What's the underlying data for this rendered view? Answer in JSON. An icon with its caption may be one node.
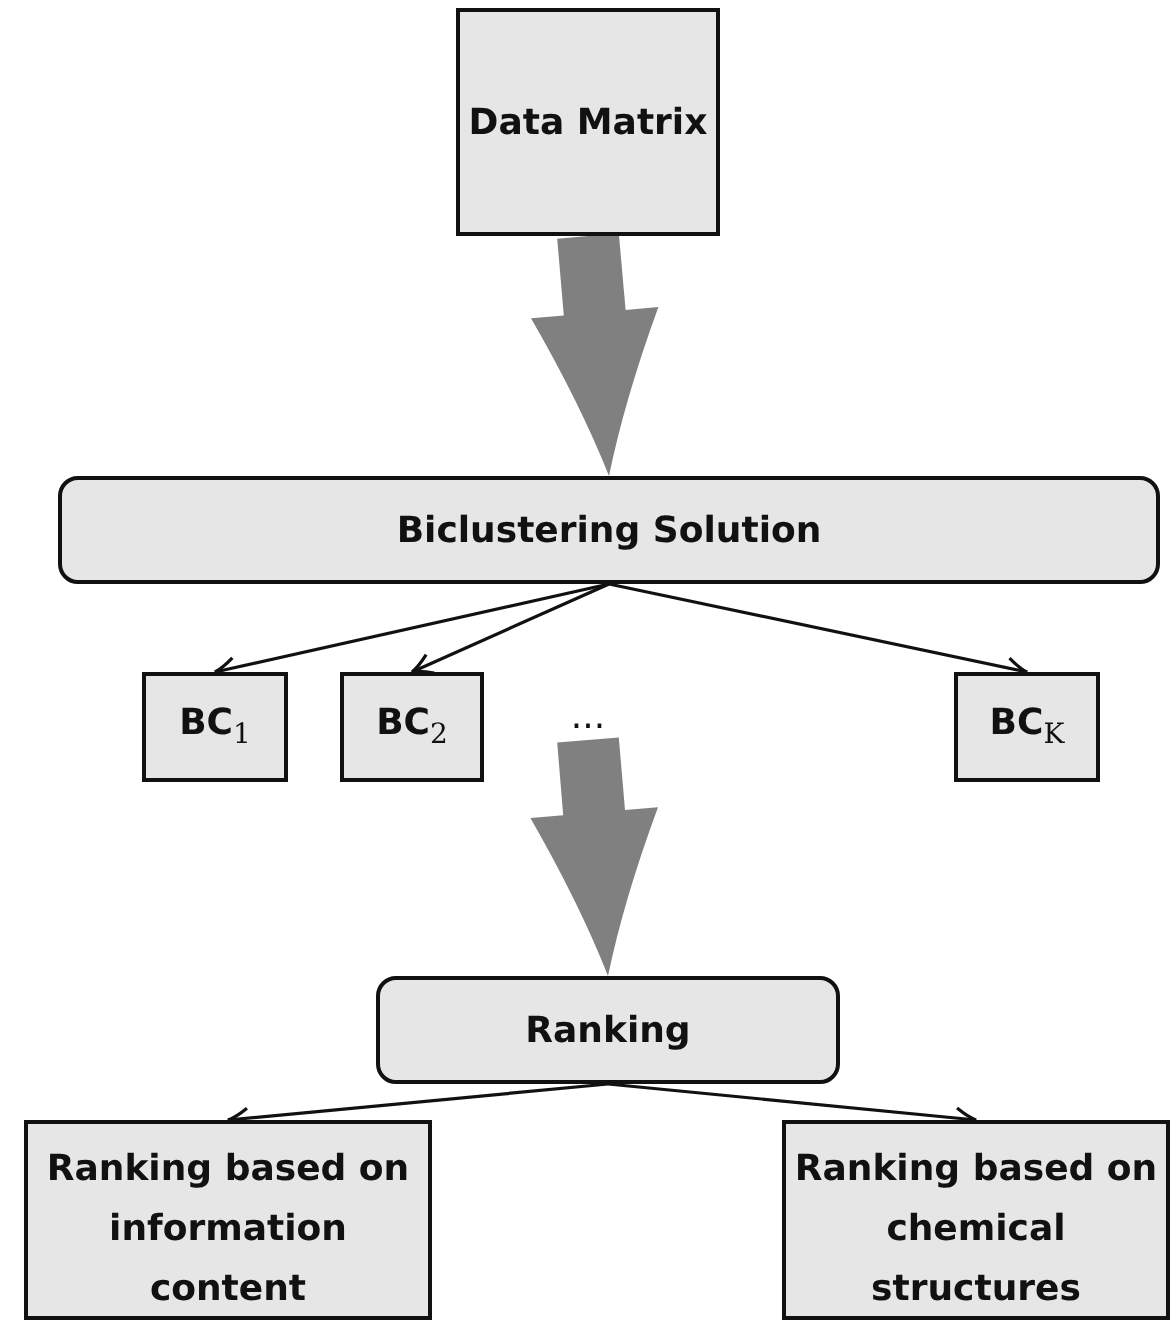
{
  "diagram": {
    "nodes": [
      {
        "text": [
          "Data Matrix"
        ]
      },
      {
        "text": [
          "Biclustering Solution"
        ]
      },
      {
        "text": [
          "BC$_{1}$"
        ]
      },
      {
        "text": [
          "BC$_{2}$"
        ]
      },
      {
        "text": [
          "..."
        ]
      },
      {
        "text": [
          "BC$_{K}$"
        ]
      },
      {
        "text": [
          "Ranking"
        ]
      },
      {
        "text": [
          "Ranking based on information content"
        ]
      },
      {
        "text": [
          "Ranking based on chemical structures"
        ]
      }
    ],
    "edges": [
      {
        "from": 0,
        "to": 1,
        "arrow": "to",
        "style": "thick",
        "color": "#808080"
      },
      {
        "from": 1,
        "to": 2,
        "arrow": "to"
      },
      {
        "from": 1,
        "to": 3,
        "arrow": "to"
      },
      {
        "from": 1,
        "to": 5,
        "arrow": "to"
      },
      {
        "from": 4,
        "to": 6,
        "arrow": "to",
        "style": "thick",
        "color": "#808080"
      },
      {
        "from": 6,
        "to": 7,
        "arrow": "to"
      },
      {
        "from": 6,
        "to": 8,
        "arrow": "to"
      }
    ]
  }
}
